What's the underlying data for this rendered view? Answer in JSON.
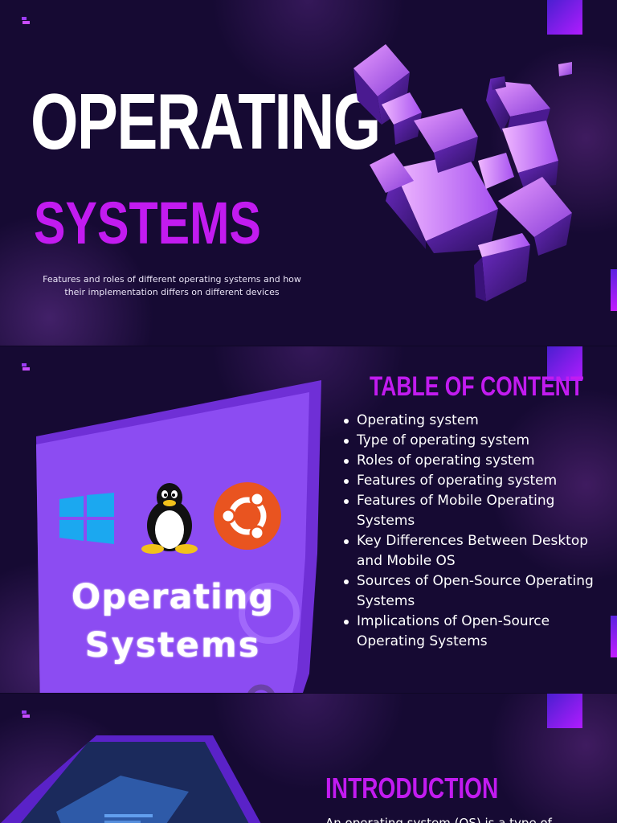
{
  "colors": {
    "background": "#160a33",
    "accent_purple": "#c21bf0",
    "card_purple": "#8c4cf2",
    "text_white": "#ffffff"
  },
  "slide1": {
    "title": "OPERATING",
    "subtitle_word": "SYSTEMS",
    "description_line1": "Features and roles of different operating systems and how",
    "description_line2": "their implementation differs on different devices"
  },
  "slide2": {
    "toc_heading": "TABLE OF CONTENT",
    "toc_items": [
      "Operating system",
      "Type of operating system",
      "Roles of operating system",
      "Features of operating system",
      "Features of Mobile Operating Systems",
      "Key Differences Between Desktop and Mobile OS",
      "Sources of Open-Source Operating Systems",
      "Implications of Open-Source Operating Systems"
    ],
    "card_line1": "Operating",
    "card_line2": "Systems",
    "icons": [
      "windows-logo-icon",
      "linux-penguin-icon",
      "ubuntu-logo-icon"
    ]
  },
  "slide3": {
    "heading": "INTRODUCTION",
    "body_start": "An operating system (OS) is a type of"
  }
}
